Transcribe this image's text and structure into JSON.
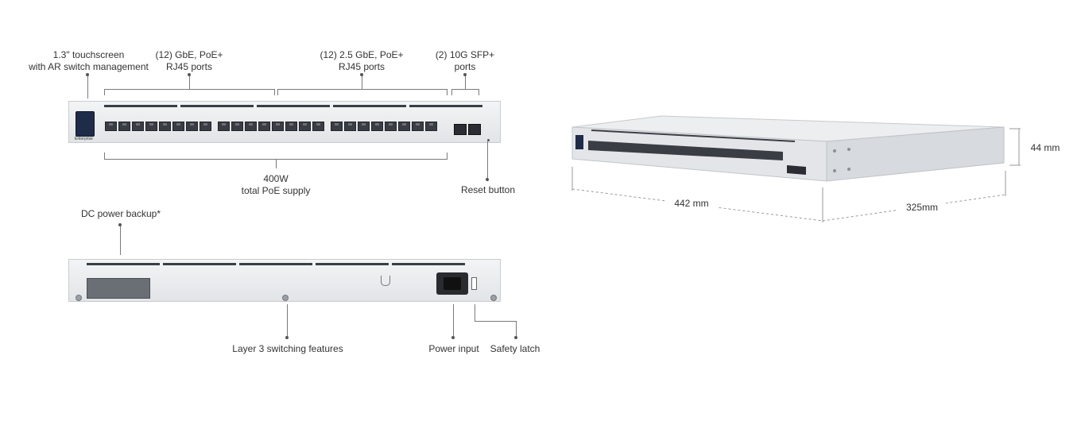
{
  "labels": {
    "touchscreen": "1.3\" touchscreen\nwith AR switch management",
    "gbe_ports": "(12) GbE, PoE+\nRJ45 ports",
    "ge25_ports": "(12) 2.5 GbE, PoE+\nRJ45 ports",
    "sfp_ports": "(2) 10G SFP+\nports",
    "poe_supply": "400W\ntotal PoE supply",
    "reset_button": "Reset button",
    "dc_backup": "DC power backup*",
    "layer3": "Layer 3 switching features",
    "power_input": "Power input",
    "safety_latch": "Safety latch",
    "width_dim": "442 mm",
    "depth_dim": "325mm",
    "height_dim": "44 mm"
  },
  "device_text": {
    "brand_badge": "Enterprise"
  },
  "colors": {
    "chassis": "#e2e4e7",
    "port": "#3a3e44",
    "screen": "#1f2c48",
    "callout_line": "#7a7a7a"
  }
}
